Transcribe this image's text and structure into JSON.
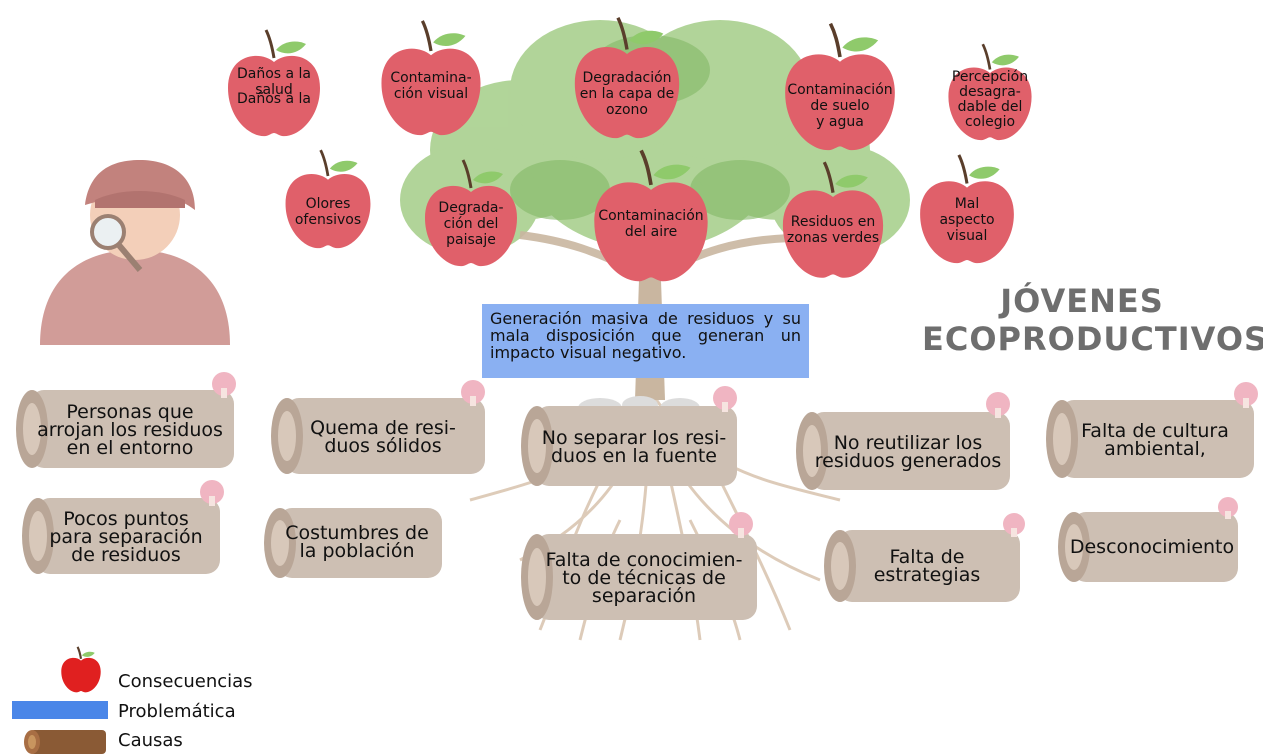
{
  "title": {
    "line1": "JÓVENES",
    "line2": "ECOPRODUCTIVOS"
  },
  "problem": "Generación masiva de residuos y su mala disposición que generan un impacto visual negativo.",
  "consequences": [
    {
      "id": "danos-salud",
      "lines": [
        "Daños a la",
        "salud"
      ]
    },
    {
      "id": "contaminacion-visual",
      "lines": [
        "Contamina-",
        "ción visual"
      ]
    },
    {
      "id": "degradacion-ozono",
      "lines": [
        "Degradación",
        "en la capa de",
        "ozono"
      ]
    },
    {
      "id": "contaminacion-suelo",
      "lines": [
        "Contaminación",
        "de suelo",
        "y agua"
      ]
    },
    {
      "id": "percepcion-colegio",
      "lines": [
        "Percepción",
        "desagra-",
        "dable del",
        "colegio"
      ]
    },
    {
      "id": "olores",
      "lines": [
        "Olores",
        "ofensivos"
      ]
    },
    {
      "id": "degradacion-paisaje",
      "lines": [
        "Degrada-",
        "ción del",
        "paisaje"
      ]
    },
    {
      "id": "contaminacion-aire",
      "lines": [
        "Contaminación",
        "del aire"
      ]
    },
    {
      "id": "residuos-zonas",
      "lines": [
        "Residuos en",
        "zonas verdes"
      ]
    },
    {
      "id": "mal-aspecto",
      "lines": [
        "Mal",
        "aspecto",
        "visual"
      ]
    }
  ],
  "causes": [
    {
      "id": "personas-arrojan",
      "lines": [
        "Personas que",
        "arrojan los residuos",
        "en el entorno"
      ]
    },
    {
      "id": "quema",
      "lines": [
        "Quema de resi-",
        "duos sólidos"
      ]
    },
    {
      "id": "no-separar",
      "lines": [
        "No separar los resi-",
        "duos en la fuente"
      ]
    },
    {
      "id": "no-reutilizar",
      "lines": [
        "No reutilizar los",
        "residuos generados"
      ]
    },
    {
      "id": "falta-cultura",
      "lines": [
        "Falta de cultura",
        "ambiental,"
      ]
    },
    {
      "id": "pocos-puntos",
      "lines": [
        "Pocos puntos",
        "para separación",
        "de residuos"
      ]
    },
    {
      "id": "costumbres",
      "lines": [
        "Costumbres de",
        "la población"
      ]
    },
    {
      "id": "falta-conocimiento",
      "lines": [
        "Falta de conocimien-",
        "to de técnicas de",
        "separación"
      ]
    },
    {
      "id": "falta-estrategias",
      "lines": [
        "Falta de",
        "estrategias"
      ]
    },
    {
      "id": "desconocimiento",
      "lines": [
        "Desconocimiento"
      ]
    }
  ],
  "legend": [
    {
      "id": "consecuencias",
      "label": "Consecuencias",
      "icon": "apple-icon"
    },
    {
      "id": "problematica",
      "label": "Problemática",
      "icon": "blue-bar"
    },
    {
      "id": "causas",
      "label": "Causas",
      "icon": "log-icon"
    }
  ],
  "colors": {
    "apple": "#e0606a",
    "leaf": "#8fca6b",
    "problem": "#8ab0f2",
    "log": "#cdbfb3",
    "title": "#6e6e6e"
  }
}
